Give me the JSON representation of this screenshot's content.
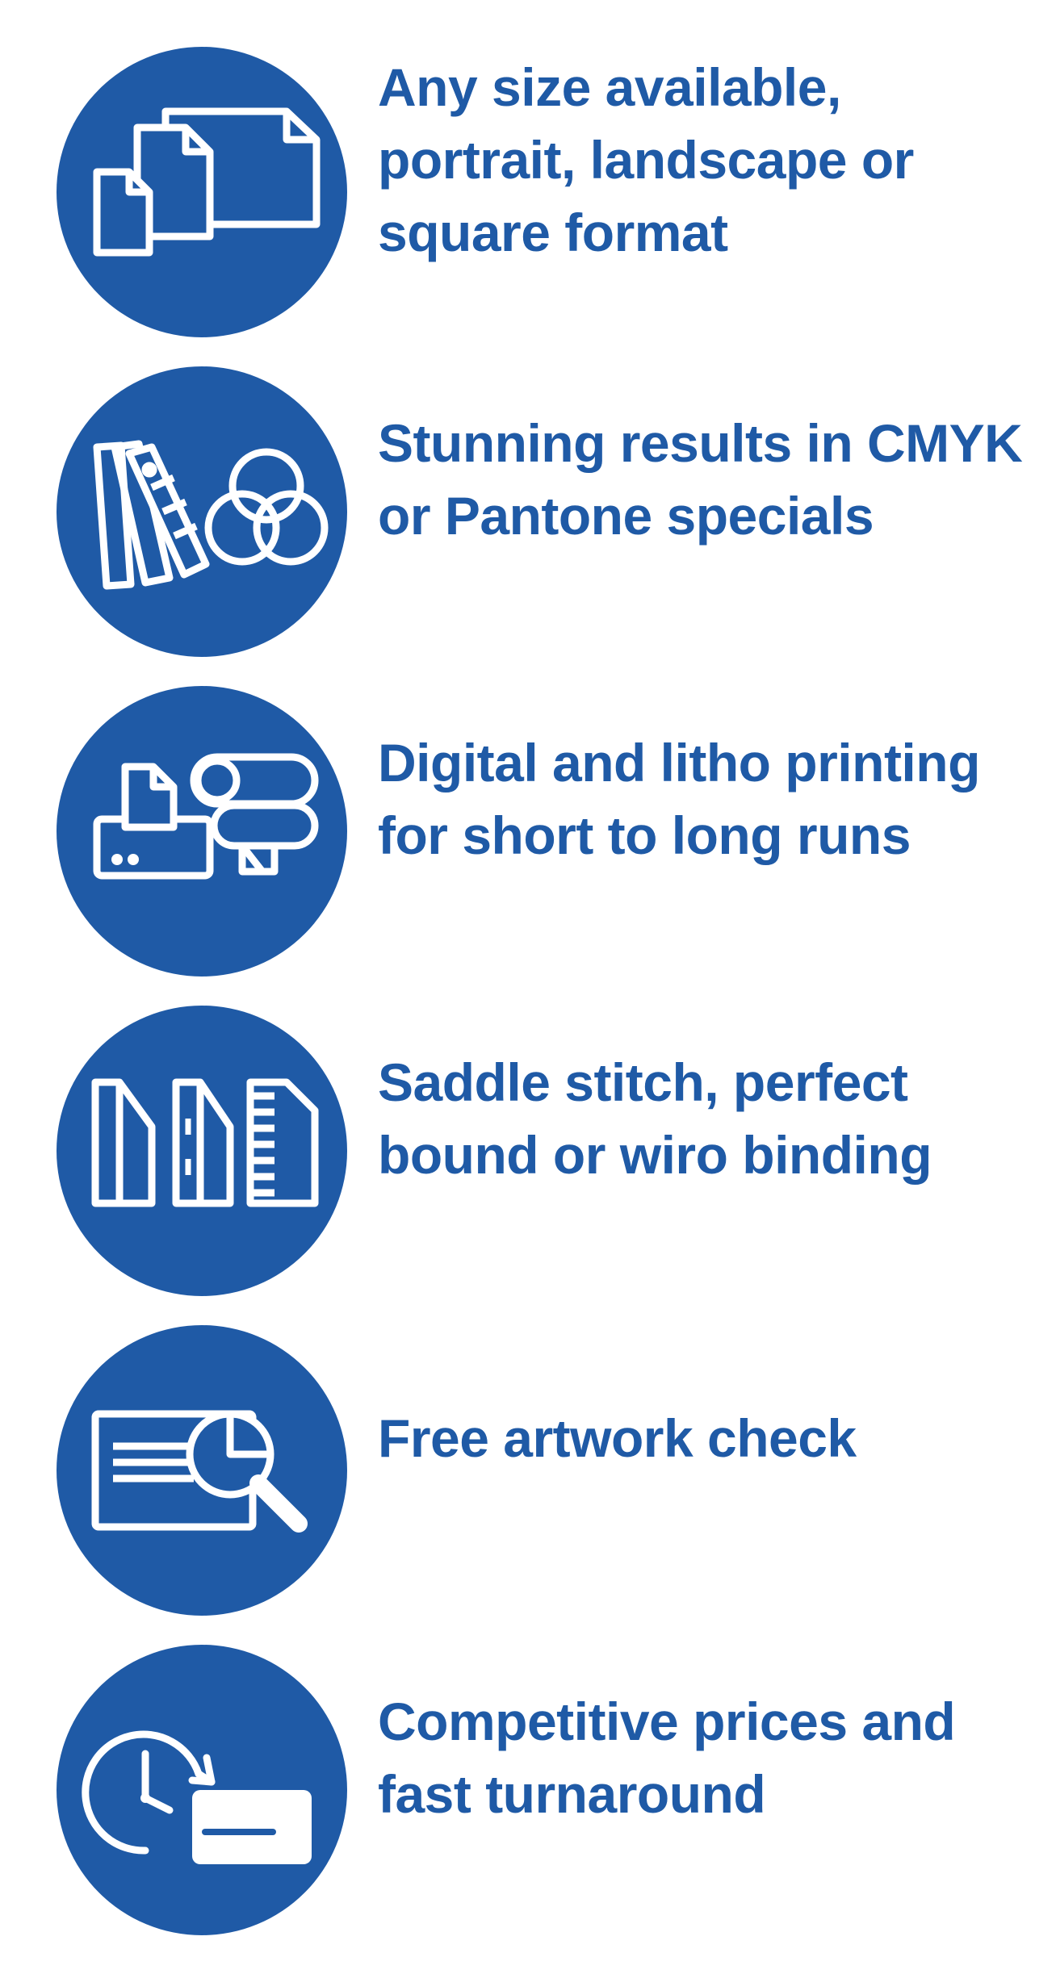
{
  "colors": {
    "brand_blue": "#1f5aa6",
    "background": "#ffffff",
    "icon_stroke": "#ffffff"
  },
  "features": [
    {
      "icon": "paper-sizes-icon",
      "text": "Any size available, portrait, landscape or square format"
    },
    {
      "icon": "color-swatch-icon",
      "text": "Stunning results in CMYK or Pantone specials"
    },
    {
      "icon": "printer-icon",
      "text": "Digital and litho printing for short to long runs"
    },
    {
      "icon": "binding-icon",
      "text": "Saddle stitch, perfect bound or wiro binding"
    },
    {
      "icon": "artwork-check-icon",
      "text": "Free artwork check"
    },
    {
      "icon": "clock-card-icon",
      "text": "Competitive prices and fast turnaround"
    }
  ]
}
